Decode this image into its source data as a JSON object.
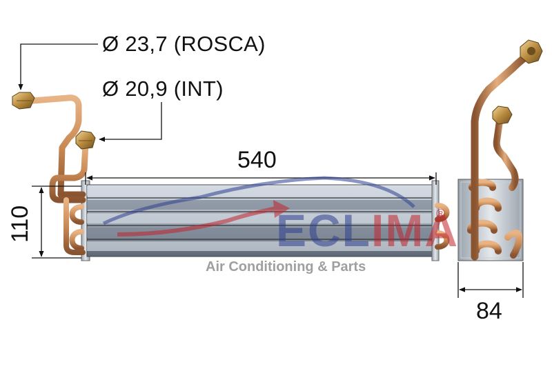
{
  "labels": {
    "thread_diameter": "Ø 23,7 (ROSCA)",
    "inner_diameter": "Ø 20,9 (INT)",
    "length": "540",
    "height": "110",
    "depth": "84"
  },
  "watermark": {
    "brand": "ECLIMA",
    "brand_part1": "ECL",
    "brand_part2": "IMA",
    "registered": "®",
    "tagline": "Air Conditioning & Parts"
  },
  "colors": {
    "copper": "#c98a55",
    "copper_dark": "#8a5430",
    "aluminium": "#aab4c0",
    "aluminium_dark": "#5d6775",
    "watermark_blue": "#2e3f8f",
    "watermark_red": "#c0242c",
    "watermark_gray": "#808080"
  }
}
